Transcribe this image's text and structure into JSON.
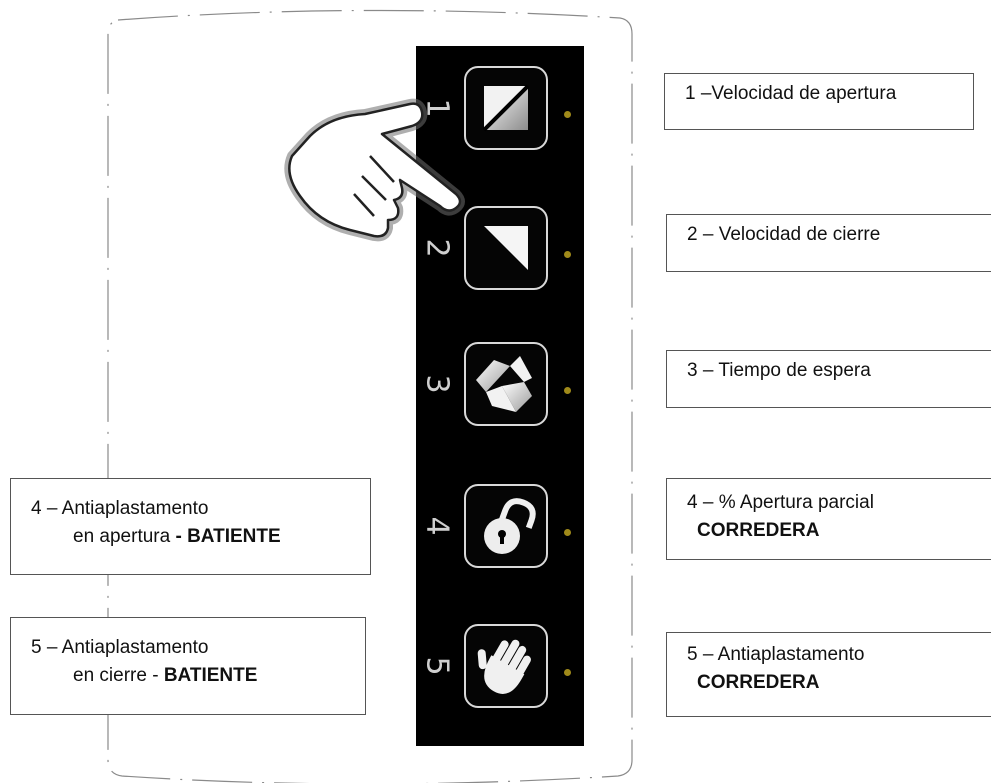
{
  "labels": {
    "right_1": "1 –Velocidad de apertura",
    "right_2": "2 – Velocidad de cierre",
    "right_3": "3 – Tiempo de espera",
    "right_4_line1": "4 – % Apertura parcial",
    "right_4_line2": "CORREDERA",
    "right_5_line1": "5 – Antiaplastamento",
    "right_5_line2": "CORREDERA",
    "left_4_line1": "4 – Antiaplastamento",
    "left_4_line2_a": "en apertura ",
    "left_4_line2_b": "- BATIENTE",
    "left_5_line1": "5 – Antiaplastamento",
    "left_5_line2_a": "en cierre - ",
    "left_5_line2_b": "BATIENTE"
  },
  "panel": {
    "buttons": [
      {
        "number": "1",
        "icon": "opening-speed-icon"
      },
      {
        "number": "2",
        "icon": "closing-speed-icon"
      },
      {
        "number": "3",
        "icon": "wait-time-icon"
      },
      {
        "number": "4",
        "icon": "padlock-icon"
      },
      {
        "number": "5",
        "icon": "hand-icon"
      }
    ],
    "led_color": "#a08a1a"
  },
  "colors": {
    "panel_background": "#000000",
    "button_border": "#d9d9d9",
    "outline": "#8a8a8a"
  }
}
